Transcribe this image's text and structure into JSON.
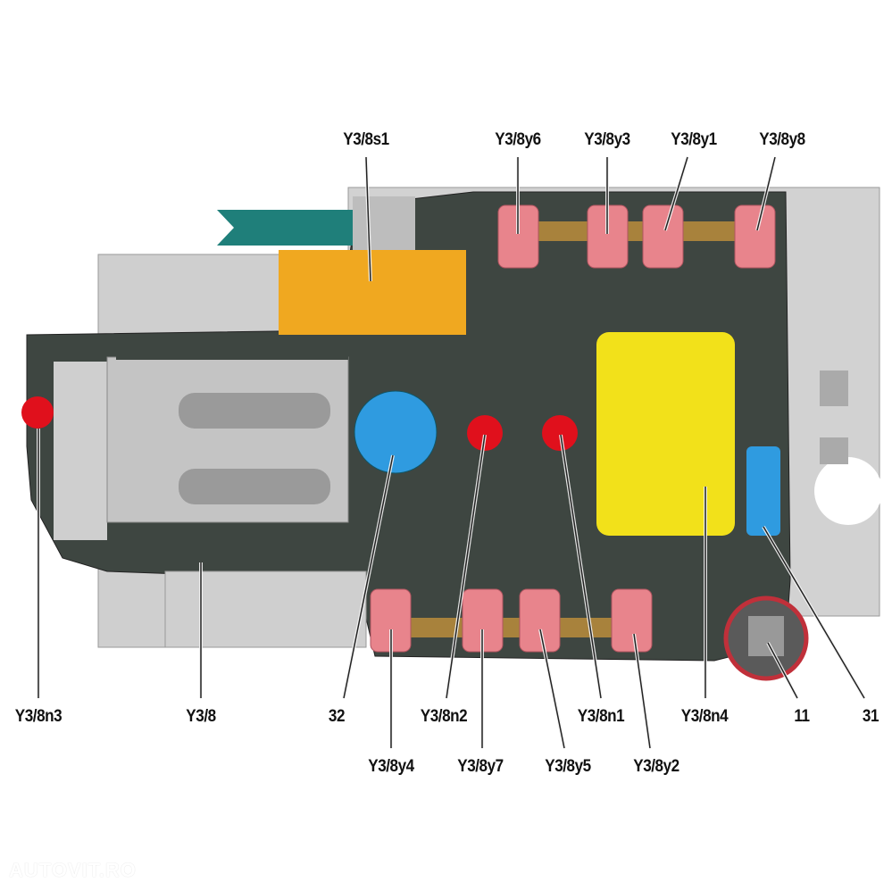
{
  "labels": {
    "top": [
      "Y3/8s1",
      "Y3/8y6",
      "Y3/8y3",
      "Y3/8y1",
      "Y3/8y8"
    ],
    "bottom_row1": [
      "Y3/8n3",
      "Y3/8",
      "32",
      "Y3/8n2",
      "Y3/8n1",
      "Y3/8n4",
      "11",
      "31"
    ],
    "bottom_row2": [
      "Y3/8y4",
      "Y3/8y7",
      "Y3/8y5",
      "Y3/8y2"
    ]
  },
  "watermark": "AUTOVIT.RO",
  "colors": {
    "body": "#3e4641",
    "plate": "#c9c9c9",
    "solenoid_pink": "#e8848c",
    "sensor_red": "#e0101c",
    "yellow_cover": "#f2e11a",
    "orange_cover": "#f0a820",
    "blue_part": "#2f9be0",
    "bronze_strip": "#a8823c"
  }
}
